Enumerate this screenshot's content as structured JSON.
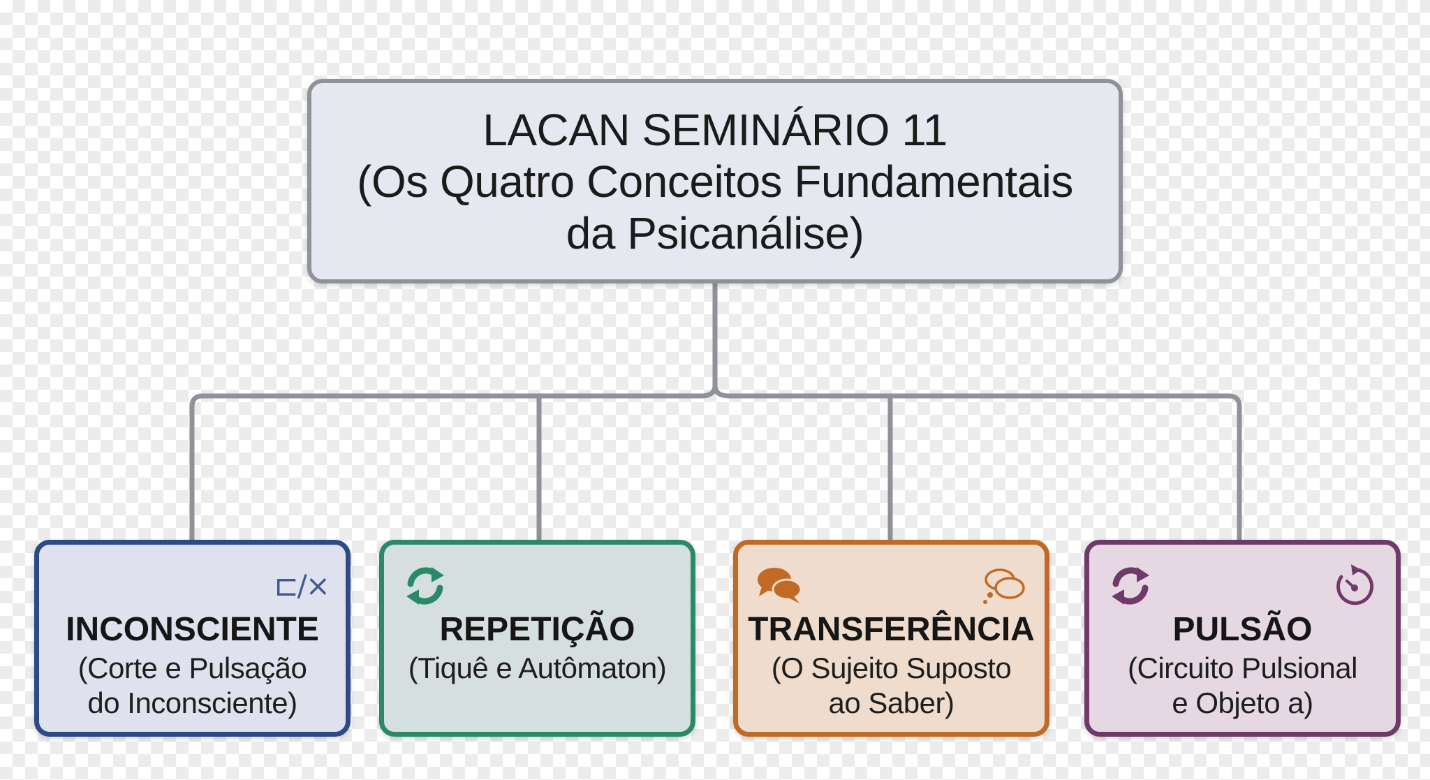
{
  "root": {
    "line1": "LACAN SEMINÁRIO 11",
    "line2": "(Os Quatro Conceitos Fundamentais",
    "line3": "da Psicanálise)"
  },
  "children": [
    {
      "title": "INCONSCIENTE",
      "sub1": "(Corte e Pulsação",
      "sub2": "do Inconsciente)",
      "icons": [
        "cut-slash-x-icon"
      ],
      "color": "#2c4a86",
      "fill": "#dfe1ee"
    },
    {
      "title": "REPETIÇÃO",
      "sub1": "(Tiquê e Autômaton)",
      "sub2": "",
      "icons": [
        "cycle-arrows-icon"
      ],
      "color": "#2a8a68",
      "fill": "#d6dfe0"
    },
    {
      "title": "TRANSFERÊNCIA",
      "sub1": "(O Sujeito Suposto",
      "sub2": "ao Saber)",
      "icons": [
        "speech-bubbles-icon",
        "thought-bubbles-icon"
      ],
      "color": "#c26a25",
      "fill": "#efdccd"
    },
    {
      "title": "PULSÃO",
      "sub1": "(Circuito Pulsional",
      "sub2": "e Objeto a)",
      "icons": [
        "cycle-arrows-icon",
        "circular-arrow-dot-icon"
      ],
      "color": "#6f3a6a",
      "fill": "#e5d8e3"
    }
  ],
  "colors": {
    "connector": "#8f9299",
    "root_border": "#8f9299",
    "root_fill": "#e6e8ef"
  },
  "icon_glyphs": {
    "cut": "⊏/×"
  }
}
